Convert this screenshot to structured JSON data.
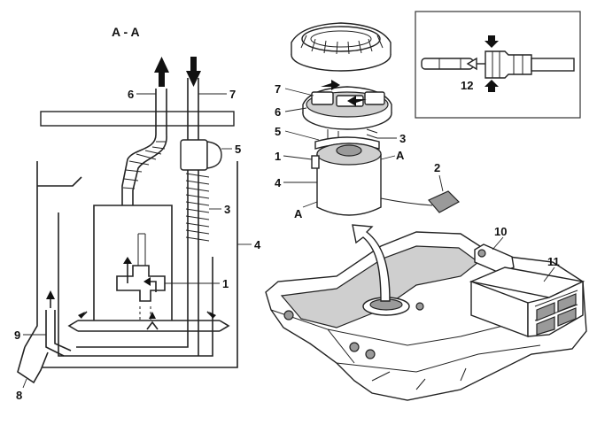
{
  "section_title": "A - A",
  "section_marks": [
    "A",
    "A"
  ],
  "labels": {
    "l1": "1",
    "l2": "2",
    "l3": "3",
    "l4": "4",
    "l5": "5",
    "l6": "6",
    "l7": "7",
    "l8": "8",
    "l9": "9",
    "l10": "10",
    "l11": "11",
    "l12": "12"
  },
  "icons": {
    "up_arrow": "up-arrow-icon",
    "down_arrow": "down-arrow-icon"
  },
  "colors": {
    "line": "#222222",
    "shade": "#cfcfcf",
    "dark": "#9a9a9a",
    "background": "#ffffff"
  }
}
